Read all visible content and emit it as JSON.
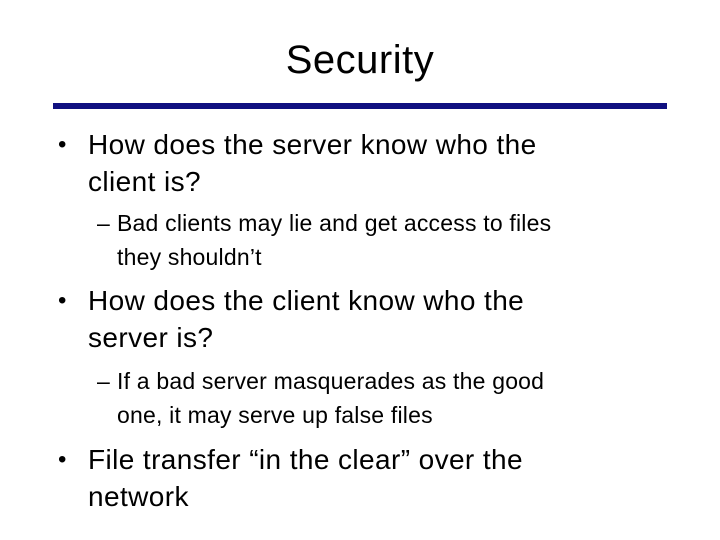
{
  "slide": {
    "title": "Security",
    "accent_color": "#101080",
    "background_color": "#ffffff",
    "text_color": "#000000",
    "bullets": [
      {
        "level": 1,
        "marker": "•",
        "lines": [
          "How does the server know who the",
          "client is?"
        ]
      },
      {
        "level": 2,
        "marker": "–",
        "lines": [
          "Bad clients may lie and get access to files",
          "they shouldn’t"
        ]
      },
      {
        "level": 1,
        "marker": "•",
        "lines": [
          "How does the client know who the",
          "server is?"
        ]
      },
      {
        "level": 2,
        "marker": "–",
        "lines": [
          "If a bad server masquerades as the good",
          "one, it may serve up false files"
        ]
      },
      {
        "level": 1,
        "marker": "•",
        "lines": [
          "File transfer “in the clear” over the",
          "network"
        ]
      }
    ]
  }
}
